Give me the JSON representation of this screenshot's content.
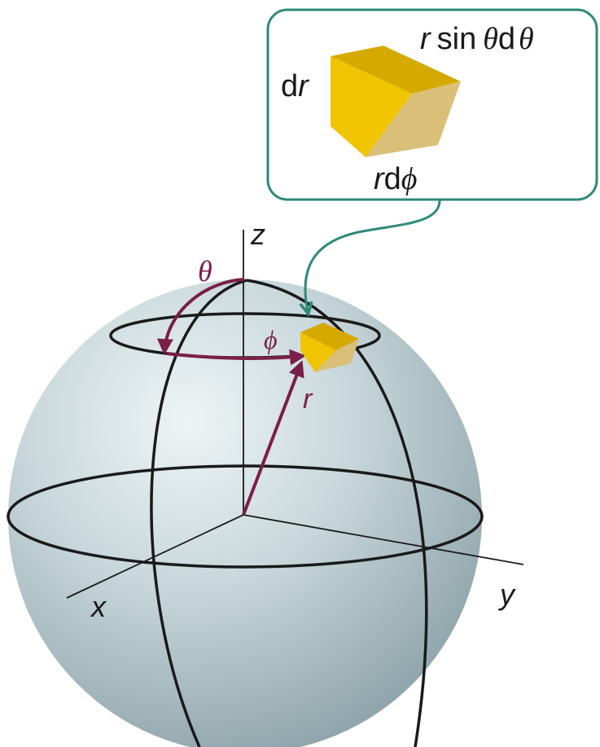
{
  "colors": {
    "sphere_light": "#dfe9ec",
    "sphere_mid": "#b7c9ce",
    "sphere_dark": "#8ea5ab",
    "angle_arrow": "#7a1f48",
    "callout_border": "#2e8a78",
    "cube_top": "#d4a900",
    "cube_left": "#f0c400",
    "cube_right": "#d9bf78",
    "line": "#1a1a1a"
  },
  "callout": {
    "label_radial": "d",
    "label_radial_var": "r",
    "label_polar_r": "r",
    "label_polar_sin": "sin",
    "label_polar_theta1": "θ",
    "label_polar_d": "d",
    "label_polar_theta2": "θ",
    "label_azimuthal_r": "r",
    "label_azimuthal_d": "d",
    "label_azimuthal_phi": "ϕ"
  },
  "axes": {
    "z": "z",
    "x": "x",
    "y": "y"
  },
  "angles": {
    "theta": "θ",
    "phi": "ϕ",
    "r": "r"
  }
}
